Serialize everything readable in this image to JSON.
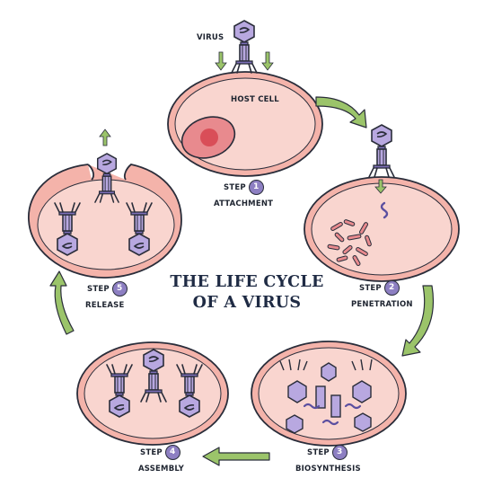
{
  "title": {
    "line1": "THE LIFE CYCLE",
    "line2": "OF A VIRUS"
  },
  "labels": {
    "virus": "VIRUS",
    "host_cell": "HOST CELL",
    "step_word": "STEP"
  },
  "steps": [
    {
      "number": "1",
      "name": "ATTACHMENT"
    },
    {
      "number": "2",
      "name": "PENETRATION"
    },
    {
      "number": "3",
      "name": "BIOSYNTHESIS"
    },
    {
      "number": "4",
      "name": "ASSEMBLY"
    },
    {
      "number": "5",
      "name": "RELEASE"
    }
  ],
  "colors": {
    "cell_fill": "#f4b3aa",
    "cell_inner": "#f9d5cf",
    "cell_stroke": "#2a2d3a",
    "arrow_green": "#9bc46a",
    "virus_body": "#b8a8e0",
    "virus_dark": "#7d6fb8",
    "nucleus": "#e46068",
    "title": "#1f2b44"
  }
}
